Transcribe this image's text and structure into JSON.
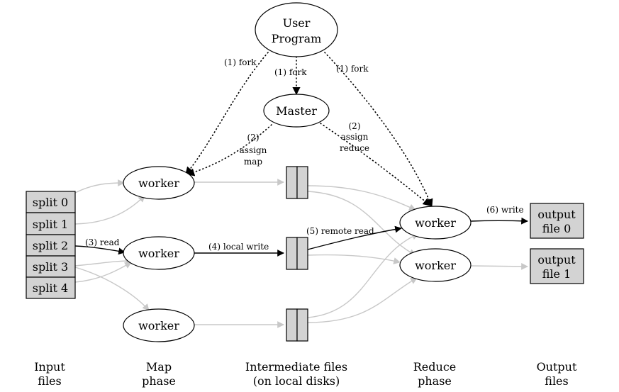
{
  "user_program": [
    "User",
    "Program"
  ],
  "master": "Master",
  "worker_label": "worker",
  "fork_label": "(1) fork",
  "assign_map": [
    "(2)",
    "assign",
    "map"
  ],
  "assign_reduce": [
    "(2)",
    "assign",
    "reduce"
  ],
  "splits": [
    "split 0",
    "split 1",
    "split 2",
    "split 3",
    "split 4"
  ],
  "read_label": "(3) read",
  "local_write_label": "(4) local write",
  "remote_read_label": "(5) remote read",
  "write_label": "(6) write",
  "output_files": [
    [
      "output",
      "file 0"
    ],
    [
      "output",
      "file 1"
    ]
  ],
  "phases": {
    "input": [
      "Input",
      "files"
    ],
    "map": [
      "Map",
      "phase"
    ],
    "intermediate": [
      "Intermediate files",
      "(on local disks)"
    ],
    "reduce": [
      "Reduce",
      "phase"
    ],
    "output": [
      "Output",
      "files"
    ]
  }
}
